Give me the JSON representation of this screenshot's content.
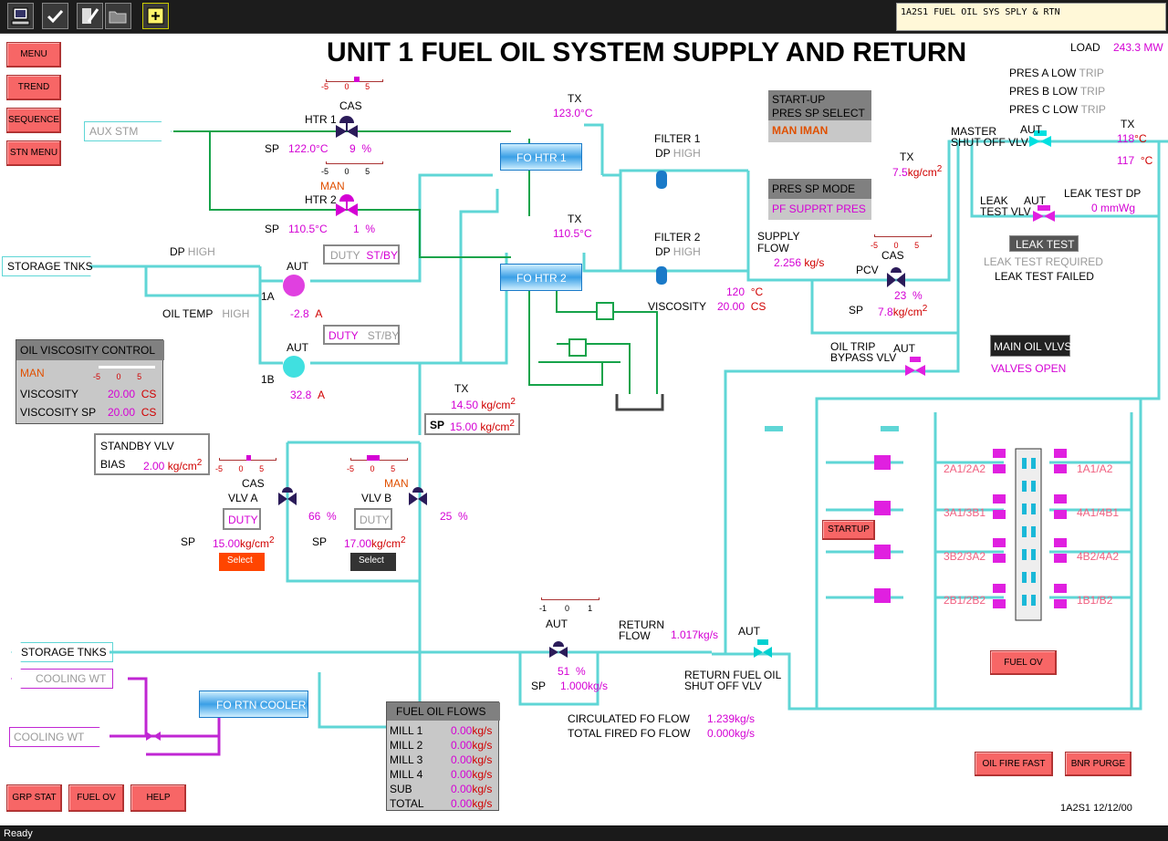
{
  "window": {
    "screen_id": "1A2S1 FUEL OIL SYS SPLY & RTN",
    "title": "UNIT 1 FUEL OIL SYSTEM SUPPLY AND RETURN",
    "status": "Ready",
    "footer_id": "1A2S1 12/12/00"
  },
  "toolbar": {
    "icons": [
      "monitor-icon",
      "checkmark-icon",
      "notes-icon",
      "folder-open-icon",
      "add-window-icon"
    ]
  },
  "nav_buttons": {
    "menu": "MENU",
    "trend": "TREND",
    "sequence": "SEQUENCE",
    "stn_menu": "STN MENU",
    "grp_stat": "GRP STAT",
    "fuel_ov": "FUEL OV",
    "help": "HELP"
  },
  "load": {
    "label": "LOAD",
    "value": "243.3",
    "unit": "MW"
  },
  "pressure_trips": [
    {
      "label": "PRES A LOW",
      "status": "TRIP"
    },
    {
      "label": "PRES B LOW",
      "status": "TRIP"
    },
    {
      "label": "PRES C LOW",
      "status": "TRIP"
    }
  ],
  "startup_pres": {
    "title_1": "START-UP",
    "title_2": "PRES SP SELECT",
    "value": "MAN IMAN"
  },
  "pres_sp_mode": {
    "title": "PRES SP MODE",
    "value": "PF SUPPRT PRES"
  },
  "aux_stm": {
    "label": "AUX STM"
  },
  "htr1_valve": {
    "mode": "CAS",
    "name": "HTR 1",
    "sp_label": "SP",
    "sp": "122.0",
    "sp_unit": "°C",
    "out": "9",
    "out_unit": "%",
    "scale": [
      "-5",
      "0",
      "5"
    ],
    "position": 0.1
  },
  "htr2_valve": {
    "mode": "MAN",
    "name": "HTR 2",
    "sp_label": "SP",
    "sp": "110.5",
    "sp_unit": "°C",
    "out": "1",
    "out_unit": "%",
    "scale": [
      "-5",
      "0",
      "5"
    ]
  },
  "fo_htr1": {
    "label": "FO HTR 1",
    "tx": "TX",
    "temp": "123.0",
    "unit": "°C"
  },
  "fo_htr2": {
    "label": "FO HTR 2",
    "tx": "TX",
    "temp": "110.5",
    "unit": "°C"
  },
  "filter1": {
    "name": "FILTER 1",
    "dp": "DP",
    "alarm": "HIGH"
  },
  "filter2": {
    "name": "FILTER 2",
    "dp": "DP",
    "alarm": "HIGH"
  },
  "storage_in": {
    "label": "STORAGE TNKS",
    "dp": "DP",
    "dp_alarm": "HIGH",
    "oil_temp": "OIL TEMP",
    "oil_temp_alarm": "HIGH"
  },
  "pump_1a": {
    "mode": "AUT",
    "name": "1A",
    "amps": "-2.8",
    "unit": "A",
    "duty_label": "DUTY",
    "duty_state": "ST/BY"
  },
  "pump_1b": {
    "mode": "AUT",
    "name": "1B",
    "amps": "32.8",
    "unit": "A",
    "duty_label": "DUTY",
    "duty_state": "ST/BY"
  },
  "oil_viscosity": {
    "title": "OIL VISCOSITY CONTROL",
    "mode": "MAN",
    "scale": [
      "-5",
      "0",
      "5"
    ],
    "viscosity_label": "VISCOSITY",
    "viscosity": "20.00",
    "viscosity_sp_label": "VISCOSITY SP",
    "viscosity_sp": "20.00",
    "unit": "CS"
  },
  "header_pres": {
    "tx": "TX",
    "value": "14.50",
    "unit": "kg/cm",
    "unit_sup": "2",
    "sp_label": "SP",
    "sp": "15.00"
  },
  "standby_vlv": {
    "label": "STANDBY VLV",
    "bias_label": "BIAS",
    "bias": "2.00",
    "unit": "kg/cm",
    "unit_sup": "2"
  },
  "vlv_a": {
    "mode": "CAS",
    "name": "VLV A",
    "duty": "DUTY",
    "out": "66",
    "out_unit": "%",
    "sp_label": "SP",
    "sp": "15.00",
    "unit": "kg/cm",
    "unit_sup": "2",
    "select": "Select",
    "scale": [
      "-5",
      "0",
      "5"
    ]
  },
  "vlv_b": {
    "mode": "MAN",
    "name": "VLV B",
    "duty": "DUTY",
    "out": "25",
    "out_unit": "%",
    "sp_label": "SP",
    "sp": "17.00",
    "unit": "kg/cm",
    "unit_sup": "2",
    "select": "Select",
    "scale": [
      "-5",
      "0",
      "5"
    ]
  },
  "supply": {
    "viscosity_label": "VISCOSITY",
    "temp": "120",
    "temp_unit": "°C",
    "visc": "20.00",
    "visc_unit": "CS",
    "flow_label_1": "SUPPLY",
    "flow_label_2": "FLOW",
    "flow": "2.256",
    "flow_unit": "kg/s"
  },
  "pcv": {
    "name": "PCV",
    "mode": "CAS",
    "out": "23",
    "out_unit": "%",
    "sp_label": "SP",
    "sp": "7.8",
    "unit": "kg/cm",
    "unit_sup": "2",
    "scale": [
      "-5",
      "0",
      "5"
    ],
    "tx": "TX",
    "pres": "7.5",
    "pres_unit": "kg/cm",
    "pres_sup": "2"
  },
  "master_sov": {
    "label_1": "MASTER",
    "label_2": "SHUT OFF VLV",
    "mode": "AUT",
    "tx": "TX",
    "temp1": "118",
    "temp2": "117",
    "unit": "°C"
  },
  "leak_test": {
    "vlv_label_1": "LEAK",
    "vlv_label_2": "TEST VLV",
    "mode": "AUT",
    "dp_label": "LEAK TEST DP",
    "dp": "0",
    "dp_unit": "mmWg",
    "button": "LEAK TEST",
    "required": "LEAK TEST REQUIRED",
    "failed": "LEAK TEST FAILED"
  },
  "oil_trip_bypass": {
    "label_1": "OIL TRIP",
    "label_2": "BYPASS VLV",
    "mode": "AUT"
  },
  "main_oil_vlvs": {
    "title": "MAIN OIL VLVS",
    "status": "VALVES OPEN"
  },
  "burner_groups": {
    "left": [
      "2A1/2A2",
      "3A1/3B1",
      "3B2/3A2",
      "2B1/2B2"
    ],
    "right": [
      "1A1/A2",
      "4A1/4B1",
      "4B2/4A2",
      "1B1/B2"
    ],
    "startup": "STARTUP",
    "fuel_ov": "FUEL OV"
  },
  "return": {
    "storage": "STORAGE TNKS",
    "cooling1": "COOLING WT",
    "cooling2": "COOLING WT",
    "cooler": "FO RTN COOLER",
    "valve_mode": "AUT",
    "valve_out": "51",
    "valve_out_unit": "%",
    "sp_label": "SP",
    "sp": "1.000",
    "sp_unit": "kg/s",
    "scale": [
      "-1",
      "0",
      "1"
    ],
    "flow_label_1": "RETURN",
    "flow_label_2": "FLOW",
    "flow": "1.017",
    "flow_unit": "kg/s",
    "sov_mode": "AUT",
    "sov_label_1": "RETURN FUEL OIL",
    "sov_label_2": "SHUT OFF VLV",
    "circ_label": "CIRCULATED FO FLOW",
    "circ": "1.239",
    "circ_unit": "kg/s",
    "fired_label": "TOTAL FIRED FO FLOW",
    "fired": "0.000",
    "fired_unit": "kg/s"
  },
  "fuel_oil_flows": {
    "title": "FUEL OIL FLOWS",
    "rows": [
      {
        "name": "MILL 1",
        "value": "0.00",
        "unit": "kg/s"
      },
      {
        "name": "MILL 2",
        "value": "0.00",
        "unit": "kg/s"
      },
      {
        "name": "MILL 3",
        "value": "0.00",
        "unit": "kg/s"
      },
      {
        "name": "MILL 4",
        "value": "0.00",
        "unit": "kg/s"
      },
      {
        "name": "SUB",
        "value": "0.00",
        "unit": "kg/s"
      },
      {
        "name": "TOTAL",
        "value": "0.00",
        "unit": "kg/s"
      }
    ]
  },
  "bottom_buttons": {
    "oil_fire_fast": "OIL FIRE FAST",
    "bnr_purge": "BNR PURGE"
  },
  "colors": {
    "pipe": "#5fd6d6",
    "steam": "#16a34a",
    "water": "#c026d3",
    "alarm_button": "#f76666",
    "value": "#d400d4",
    "red_value": "#d00000"
  }
}
